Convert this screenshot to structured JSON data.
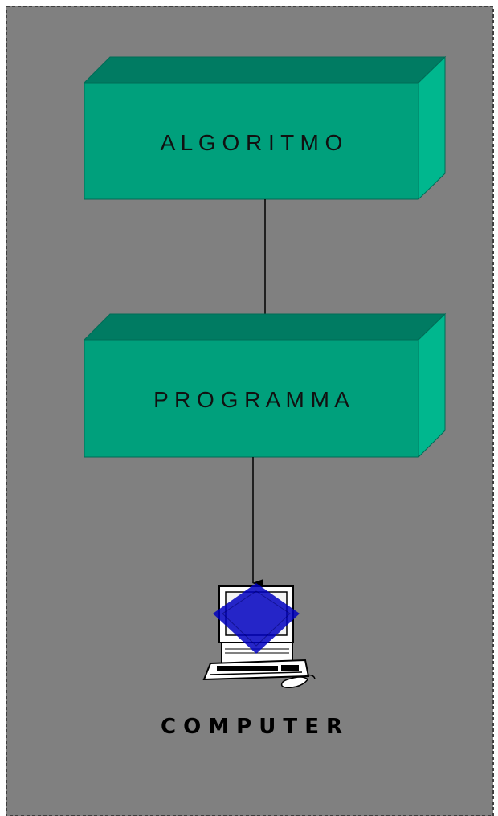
{
  "diagram": {
    "nodes": [
      {
        "id": "algorithm",
        "label": "A L G O R I T M O"
      },
      {
        "id": "program",
        "label": "P R O G R A M M A"
      },
      {
        "id": "computer",
        "label": "C O M P U T E R",
        "icon": "computer-icon"
      }
    ],
    "edges": [
      {
        "from": "algorithm",
        "to": "program"
      },
      {
        "from": "program",
        "to": "computer"
      }
    ]
  },
  "colors": {
    "panel": "#808080",
    "panel_border": "#3f3f3f",
    "box_front": "#00A07C",
    "box_top": "#007B62",
    "box_side": "#00B78E",
    "box_edge": "#006c56",
    "diamond": "#0000C0",
    "arrow": "#000000"
  }
}
